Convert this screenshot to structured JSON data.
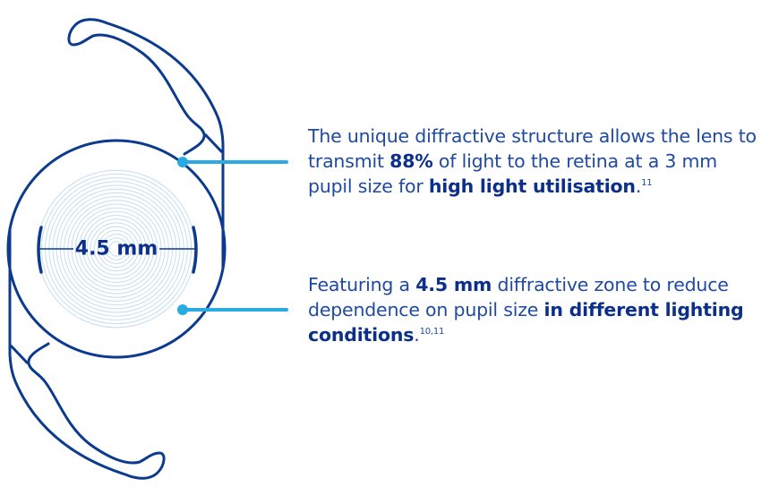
{
  "colors": {
    "lens_outline": "#0b3a8f",
    "rings": "#c5def0",
    "callout_line": "#29abe2",
    "text": "#1f4aa0",
    "text_bold": "#0b2f8a"
  },
  "lens": {
    "diffractive_zone_label": "4.5 mm"
  },
  "callouts": [
    {
      "parts": [
        {
          "t": "The unique diffractive structure allows the lens to transmit ",
          "b": false
        },
        {
          "t": "88%",
          "b": true
        },
        {
          "t": " of light to the retina at a 3 mm pupil size for ",
          "b": false
        },
        {
          "t": "high light utilisation",
          "b": true
        },
        {
          "t": ".",
          "b": false
        }
      ],
      "reference": "11"
    },
    {
      "parts": [
        {
          "t": "Featuring a ",
          "b": false
        },
        {
          "t": "4.5 mm",
          "b": true
        },
        {
          "t": " diffractive zone to reduce dependence on pupil size ",
          "b": false
        },
        {
          "t": "in different lighting conditions",
          "b": true
        },
        {
          "t": ".",
          "b": false
        }
      ],
      "reference": "10,11"
    }
  ]
}
